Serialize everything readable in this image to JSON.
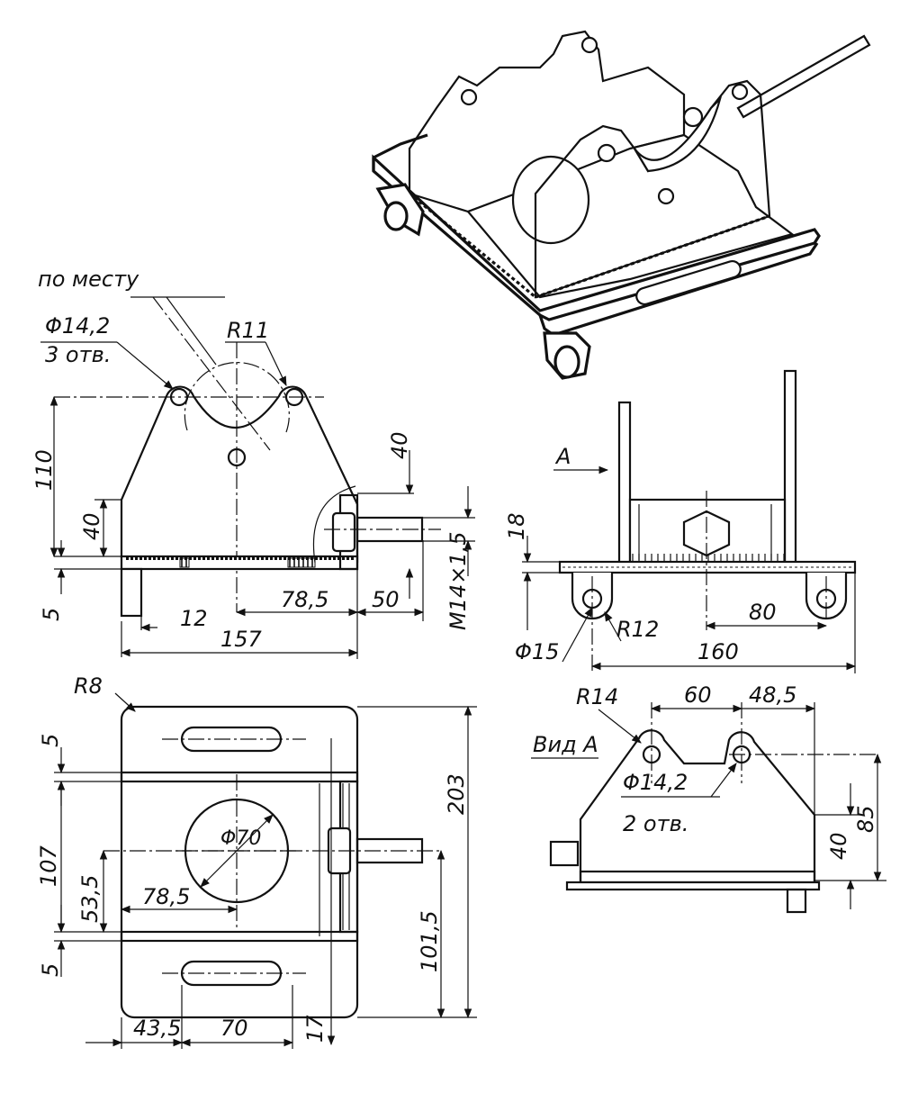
{
  "iso": {},
  "front": {
    "note_place": "по месту",
    "hole_dia": "Φ14,2",
    "hole_count": "3 отв.",
    "radius": "R11",
    "d110": "110",
    "d40a": "40",
    "d40b": "40",
    "d5": "5",
    "d12": "12",
    "d78": "78,5",
    "d50": "50",
    "d157": "157",
    "thread": "M14×1,5"
  },
  "side": {
    "arrow": "A",
    "d18": "18",
    "d80": "80",
    "d160": "160",
    "dia15": "Φ15",
    "r12": "R12"
  },
  "plan": {
    "r8": "R8",
    "d5a": "5",
    "d5b": "5",
    "d107": "107",
    "d53": "53,5",
    "d78": "78,5",
    "phi70": "Φ70",
    "d203": "203",
    "d101": "101,5",
    "d43": "43,5",
    "d70": "70",
    "d17": "17"
  },
  "viewA": {
    "title": "Вид А",
    "r14": "R14",
    "d60": "60",
    "d48": "48,5",
    "hole_dia": "Φ14,2",
    "hole_count": "2 отв.",
    "d40": "40",
    "d85": "85"
  }
}
